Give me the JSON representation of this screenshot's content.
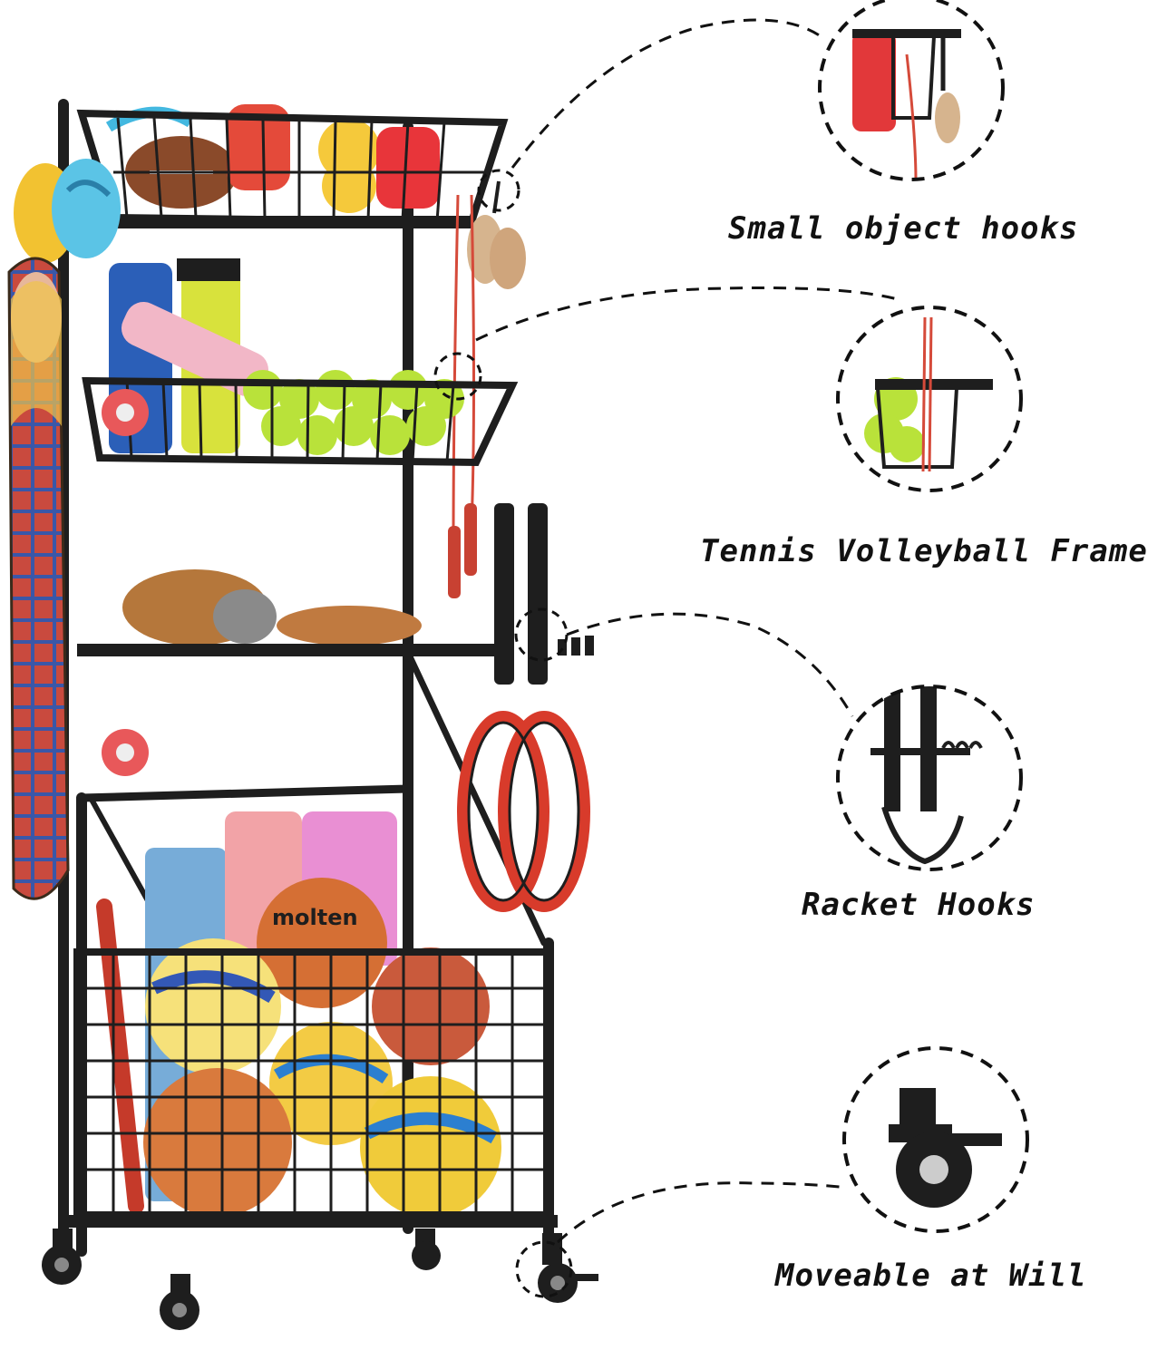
{
  "callouts": [
    {
      "label": "Small object hooks"
    },
    {
      "label": "Tennis Volleyball Frame"
    },
    {
      "label": "Racket Hooks"
    },
    {
      "label": "Moveable at Will"
    }
  ],
  "colors": {
    "frame": "#1e1e1e",
    "background": "#ffffff",
    "dash": "#111111"
  }
}
